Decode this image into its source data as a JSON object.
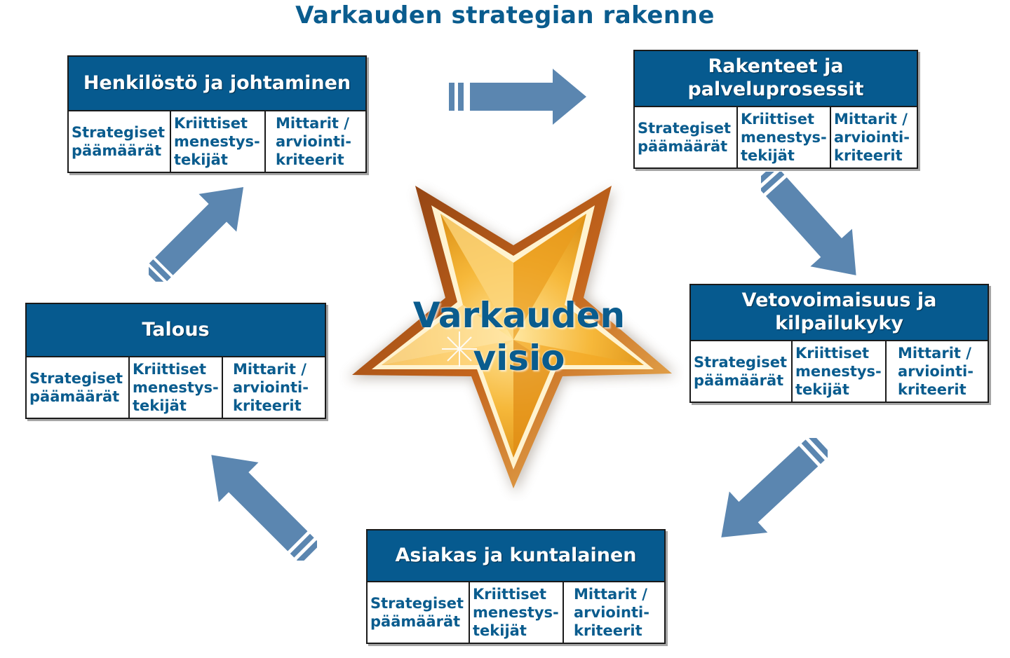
{
  "title": "Varkauden strategian rakenne",
  "vision": [
    "Varkauden",
    "visio"
  ],
  "boxes": {
    "henkilosto": {
      "heading": [
        "Henkilöstö ja johtaminen"
      ],
      "cells": [
        [
          "Strategiset",
          "päämäärät"
        ],
        [
          "Kriittiset",
          "menestys-",
          "tekijät"
        ],
        [
          "Mittarit /",
          "arviointi-",
          "kriteerit"
        ]
      ]
    },
    "rakenteet": {
      "heading": [
        "Rakenteet ja",
        "palveluprosessit"
      ],
      "cells": [
        [
          "Strategiset",
          "päämäärät"
        ],
        [
          "Kriittiset",
          "menestys-",
          "tekijät"
        ],
        [
          "Mittarit /",
          "arviointi-",
          "kriteerit"
        ]
      ]
    },
    "vetovoima": {
      "heading": [
        "Vetovoimaisuus ja",
        "kilpailukyky"
      ],
      "cells": [
        [
          "Strategiset",
          "päämäärät"
        ],
        [
          "Kriittiset",
          "menestys-",
          "tekijät"
        ],
        [
          "Mittarit /",
          "arviointi-",
          "kriteerit"
        ]
      ]
    },
    "asiakas": {
      "heading": [
        "Asiakas ja kuntalainen"
      ],
      "cells": [
        [
          "Strategiset",
          "päämäärät"
        ],
        [
          "Kriittiset",
          "menestys-",
          "tekijät"
        ],
        [
          "Mittarit /",
          "arviointi-",
          "kriteerit"
        ]
      ]
    },
    "talous": {
      "heading": [
        "Talous"
      ],
      "cells": [
        [
          "Strategiset",
          "päämäärät"
        ],
        [
          "Kriittiset",
          "menestys-",
          "tekijät"
        ],
        [
          "Mittarit /",
          "arviointi-",
          "kriteerit"
        ]
      ]
    }
  },
  "colors": {
    "heading_bg": "#065a8f",
    "text_blue": "#0a5c8e",
    "arrow": "#5b86b0",
    "star_gold": "#f5b62e"
  },
  "icons": [
    "arrow-right-icon",
    "arrow-down-right-icon",
    "arrow-down-left-icon",
    "arrow-up-left-icon",
    "arrow-up-right-icon",
    "star-icon"
  ]
}
